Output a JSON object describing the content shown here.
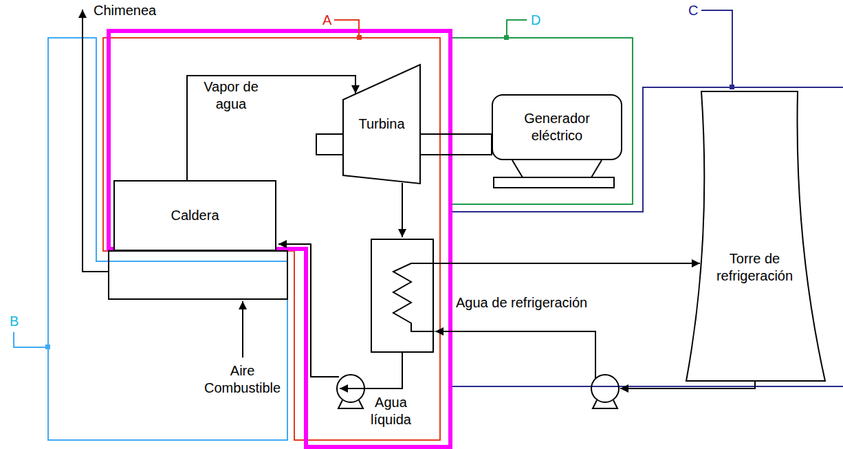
{
  "diagram": {
    "nodes": [
      {
        "text": [
          "Caldera"
        ]
      },
      {
        "text": [
          "Turbina"
        ]
      },
      {
        "text": [
          "Generador eléctrico"
        ]
      },
      {
        "text": [
          "Torre de refrigeración"
        ]
      }
    ],
    "edges": [
      {
        "from": 0,
        "to": 1,
        "arrow": "to",
        "label": "Vapor de agua"
      },
      {
        "from": 1,
        "to": 2,
        "arrow": "none"
      }
    ],
    "labels": [
      "Chimenea",
      "A",
      "D",
      "C",
      "B",
      "Aire Combustible",
      "Agua de refrigeración",
      "Agua líquida"
    ]
  }
}
